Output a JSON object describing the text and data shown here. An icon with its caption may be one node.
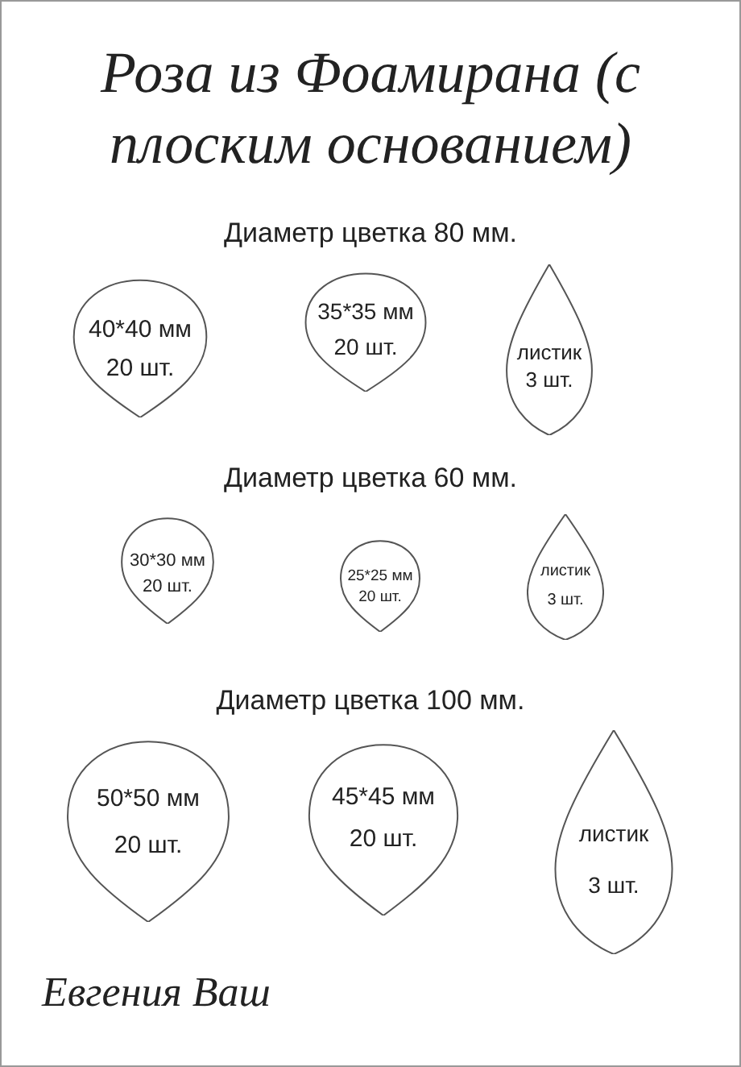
{
  "diagram": {
    "title": "Роза из Фоамирана (с плоским основанием)",
    "nodes": [
      {
        "text": [
          "40*40 мм",
          "20 шт."
        ]
      },
      {
        "text": [
          "35*35 мм",
          "20 шт."
        ]
      },
      {
        "text": [
          "листик",
          "3 шт."
        ]
      },
      {
        "text": [
          "30*30 мм",
          "20 шт."
        ]
      },
      {
        "text": [
          "25*25 мм",
          "20 шт."
        ]
      },
      {
        "text": [
          "листик",
          "3 шт."
        ]
      },
      {
        "text": [
          "50*50 мм",
          "20 шт."
        ]
      },
      {
        "text": [
          "45*45 мм",
          "20 шт."
        ]
      },
      {
        "text": [
          "листик",
          "3 шт."
        ]
      }
    ],
    "labels": [
      "Диаметр цветка  80 мм.",
      "Диаметр цветка  60 мм.",
      "Диаметр цветка  100 мм.",
      "Евгения Ваш"
    ]
  }
}
